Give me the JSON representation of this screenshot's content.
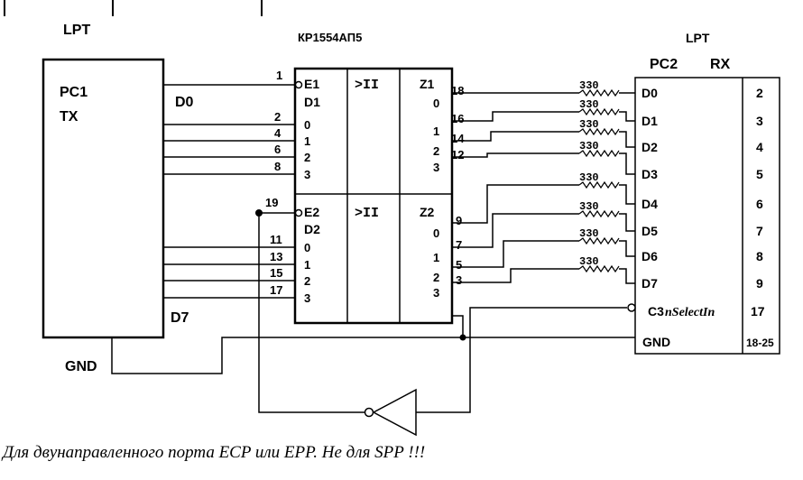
{
  "pc1": {
    "port": "LPT",
    "name": "PC1",
    "role": "TX",
    "first_data": "D0",
    "last_data": "D7",
    "ground": "GND"
  },
  "chip": {
    "name": "КР1554АП5",
    "enable_pin_top": "1",
    "enable_pin_bottom": "19",
    "top": {
      "enable": "E1",
      "input_bus": "D1",
      "output_bus": "Z1",
      "buffer_symbol": ">II",
      "inputs": [
        {
          "index": "0",
          "pin": "2"
        },
        {
          "index": "1",
          "pin": "4"
        },
        {
          "index": "2",
          "pin": "6"
        },
        {
          "index": "3",
          "pin": "8"
        }
      ],
      "outputs": [
        {
          "index": "0",
          "pin": "18"
        },
        {
          "index": "1",
          "pin": "16"
        },
        {
          "index": "2",
          "pin": "14"
        },
        {
          "index": "3",
          "pin": "12"
        }
      ]
    },
    "bottom": {
      "enable": "E2",
      "input_bus": "D2",
      "output_bus": "Z2",
      "buffer_symbol": ">II",
      "inputs": [
        {
          "index": "0",
          "pin": "11"
        },
        {
          "index": "1",
          "pin": "13"
        },
        {
          "index": "2",
          "pin": "15"
        },
        {
          "index": "3",
          "pin": "17"
        }
      ],
      "outputs": [
        {
          "index": "0",
          "pin": "9"
        },
        {
          "index": "1",
          "pin": "7"
        },
        {
          "index": "2",
          "pin": "5"
        },
        {
          "index": "3",
          "pin": "3"
        }
      ]
    }
  },
  "resistor_value": "330",
  "pc2": {
    "port": "LPT",
    "name": "PC2",
    "role": "RX",
    "rows": [
      {
        "signal": "D0",
        "pin": "2"
      },
      {
        "signal": "D1",
        "pin": "3"
      },
      {
        "signal": "D2",
        "pin": "4"
      },
      {
        "signal": "D3",
        "pin": "5"
      },
      {
        "signal": "D4",
        "pin": "6"
      },
      {
        "signal": "D5",
        "pin": "7"
      },
      {
        "signal": "D6",
        "pin": "8"
      },
      {
        "signal": "D7",
        "pin": "9"
      }
    ],
    "control": {
      "signal": "C3",
      "name": "nSelectIn",
      "pin": "17"
    },
    "ground": {
      "signal": "GND",
      "pin": "18-25"
    }
  },
  "caption": "Для двунаправленного порта ECP или EPP. Не для SPP !!!"
}
